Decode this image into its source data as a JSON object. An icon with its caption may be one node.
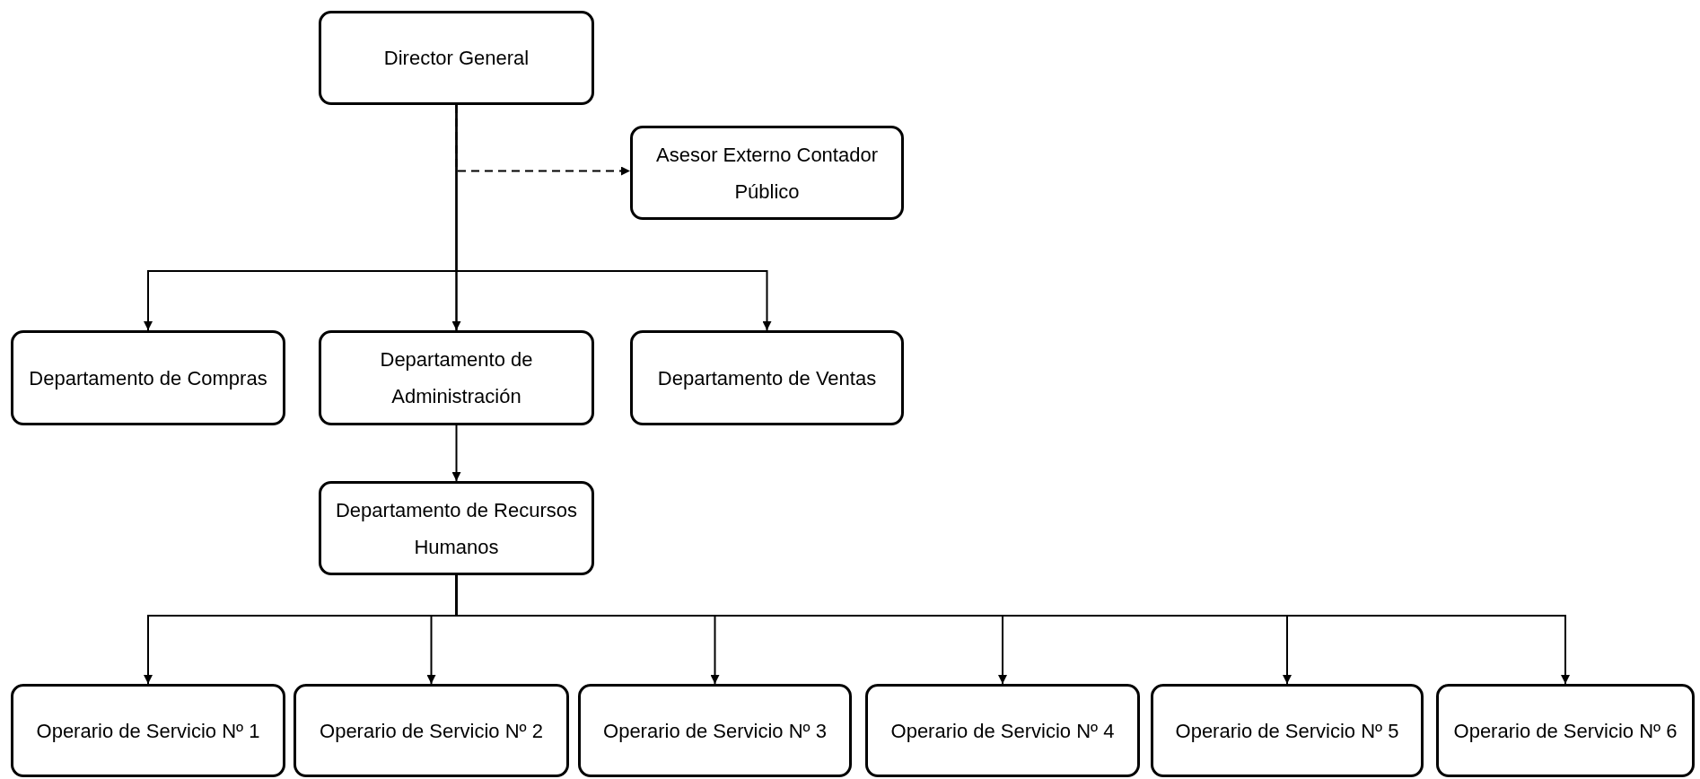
{
  "diagram": {
    "nodes": [
      {
        "text": [
          "Director General"
        ]
      },
      {
        "text": [
          "Asesor Externo Contador Público"
        ]
      },
      {
        "text": [
          "Departamento de Compras"
        ]
      },
      {
        "text": [
          "Departamento de Administración"
        ]
      },
      {
        "text": [
          "Departamento de Ventas"
        ]
      },
      {
        "text": [
          "Departamento de Recursos Humanos"
        ]
      },
      {
        "text": [
          "Operario de Servicio Nº 1"
        ]
      },
      {
        "text": [
          "Operario de Servicio Nº 2"
        ]
      },
      {
        "text": [
          "Operario de Servicio Nº 3"
        ]
      },
      {
        "text": [
          "Operario de Servicio Nº 4"
        ]
      },
      {
        "text": [
          "Operario de Servicio Nº 5"
        ]
      },
      {
        "text": [
          "Operario de Servicio Nº 6"
        ]
      }
    ],
    "edges": [
      {
        "from": 0,
        "to": 1,
        "arrow": "to",
        "style": "dashed"
      },
      {
        "from": 0,
        "to": 2,
        "arrow": "to"
      },
      {
        "from": 0,
        "to": 3,
        "arrow": "to"
      },
      {
        "from": 0,
        "to": 4,
        "arrow": "to"
      },
      {
        "from": 3,
        "to": 5,
        "arrow": "to"
      },
      {
        "from": 5,
        "to": 6,
        "arrow": "to"
      },
      {
        "from": 5,
        "to": 7,
        "arrow": "to"
      },
      {
        "from": 5,
        "to": 8,
        "arrow": "to"
      },
      {
        "from": 5,
        "to": 9,
        "arrow": "to"
      },
      {
        "from": 5,
        "to": 10,
        "arrow": "to"
      },
      {
        "from": 5,
        "to": 11,
        "arrow": "to"
      }
    ]
  }
}
